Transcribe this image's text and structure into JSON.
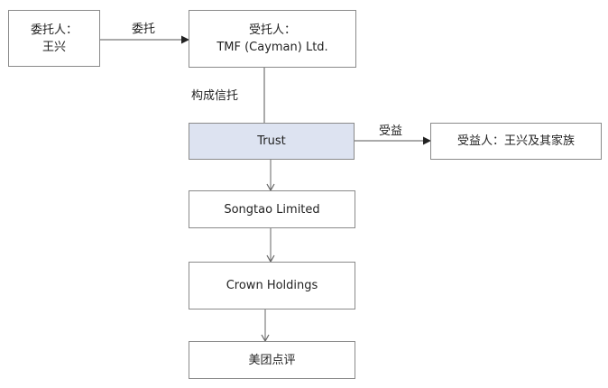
{
  "nodes": {
    "settlor": {
      "role": "委托人：",
      "name": "王兴"
    },
    "trustee": {
      "role": "受托人：",
      "name": "TMF (Cayman) Ltd."
    },
    "trust": {
      "label": "Trust"
    },
    "beneficiary": {
      "label": "受益人：王兴及其家族"
    },
    "songtao": {
      "label": "Songtao Limited"
    },
    "crown": {
      "label": "Crown Holdings"
    },
    "meituan": {
      "label": "美团点评"
    }
  },
  "edges": {
    "settlor_to_trustee": "委托",
    "trustee_to_trust": "构成信托",
    "trust_to_beneficiary": "受益"
  },
  "colors": {
    "box_border": "#8a8a8a",
    "trust_fill": "#dde3f1",
    "line": "#555555",
    "arrow_dark": "#222222",
    "arrow_light": "#666666"
  }
}
